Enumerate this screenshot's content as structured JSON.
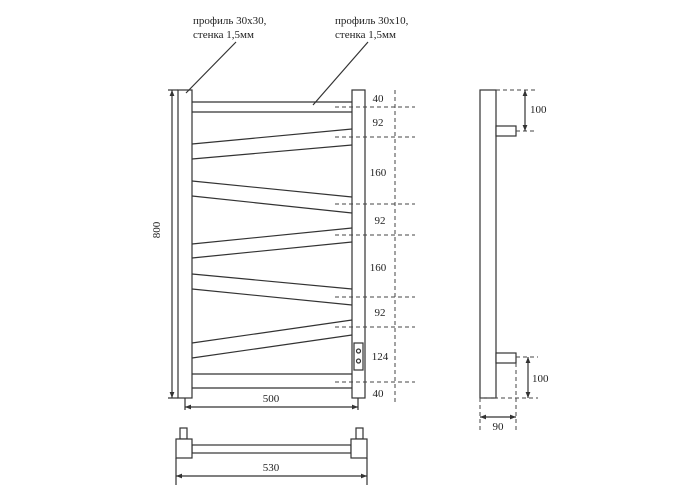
{
  "annotations": {
    "profile_left_line1": "профиль 30х30,",
    "profile_left_line2": "стенка 1,5мм",
    "profile_right_line1": "профиль 30х10,",
    "profile_right_line2": "стенка 1,5мм"
  },
  "dimensions": {
    "height": "800",
    "width_inner": "500",
    "width_outer": "530",
    "depth": "90",
    "connection_top": "100",
    "connection_bottom": "100",
    "spacing": [
      "40",
      "92",
      "160",
      "92",
      "160",
      "92",
      "124",
      "40"
    ]
  }
}
